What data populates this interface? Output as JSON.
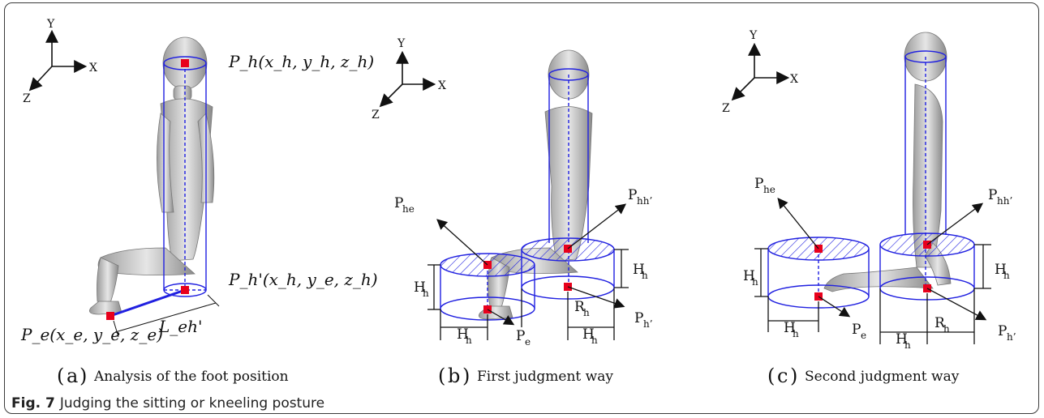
{
  "axes": {
    "y": "Y",
    "x": "X",
    "z": "Z"
  },
  "panel_a": {
    "letter": "a",
    "caption": "Analysis of the foot position",
    "ph_label": "P",
    "ph_sub": "h",
    "ph_coords": "(x",
    "ph_full": "P_h(x_h, y_h, z_h)",
    "php_full": "P_h'(x_h, y_e, z_h)",
    "pe_full": "P_e(x_e, y_e, z_e)",
    "leh_full": "L_eh'"
  },
  "panel_b": {
    "letter": "b",
    "caption": "First judgment way",
    "phe": "P",
    "phe_sub": "he",
    "phh": "P",
    "phh_sub": "hh’",
    "ph": "P",
    "ph_sub": "h’",
    "pe": "P",
    "pe_sub": "e",
    "H": "H",
    "H_sub": "h",
    "R": "R",
    "R_sub": "h"
  },
  "panel_c": {
    "letter": "c",
    "caption": "Second judgment way"
  },
  "figure_caption": {
    "label": "Fig. 7",
    "text": "Judging the sitting or kneeling posture"
  },
  "colors": {
    "marker": "#e8001c",
    "cylinder": "#2020e0",
    "figure": "#c8c8c8"
  }
}
